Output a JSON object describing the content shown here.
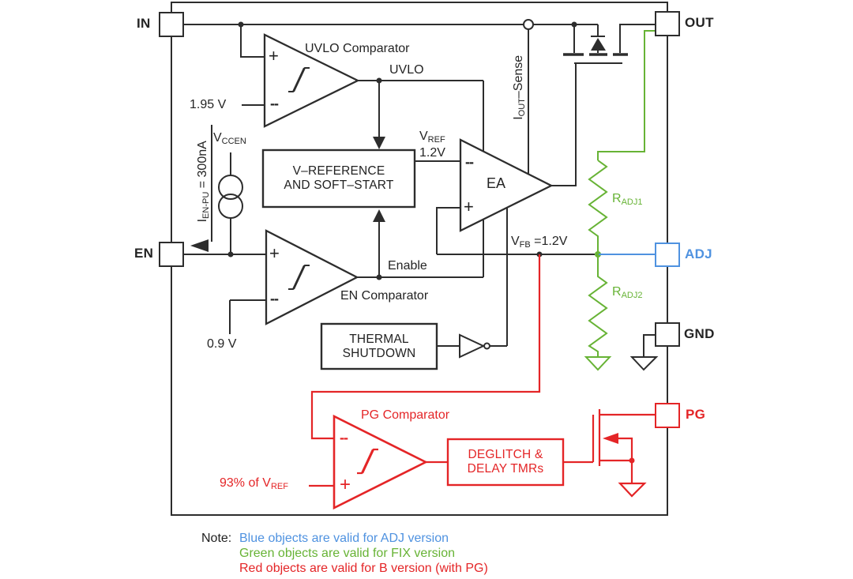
{
  "diagram": {
    "title_hint": "LDO functional block diagram",
    "pins": {
      "in": "IN",
      "out": "OUT",
      "en": "EN",
      "adj": "ADJ",
      "gnd": "GND",
      "pg": "PG"
    },
    "marks": {
      "plus": "+",
      "minus": "--"
    },
    "labels": {
      "uvlo_comparator": "UVLO Comparator",
      "uvlo": "UVLO",
      "uvlo_ref": "1.95 V",
      "vccen": {
        "base": "V",
        "sub": "CCEN"
      },
      "ien": {
        "base": "I",
        "sub": "EN-PU",
        "post": " = 300nA"
      },
      "vref_box_line1": "V–REFERENCE",
      "vref_box_line2": "AND SOFT–START",
      "vref": {
        "base": "V",
        "sub": "REF"
      },
      "vref_val": "1.2V",
      "ea": "EA",
      "iout_sense": {
        "base": "I",
        "sub": "OUT",
        "post": "–Sense"
      },
      "vfb": {
        "base": "V",
        "sub": "FB",
        "post": " =1.2V"
      },
      "enable": "Enable",
      "en_comparator": "EN Comparator",
      "en_ref": "0.9 V",
      "thermal_line1": "THERMAL",
      "thermal_line2": "SHUTDOWN",
      "pg_comparator": "PG Comparator",
      "pg_ref": {
        "base": "93% of V",
        "sub": "REF"
      },
      "deglitch_line1": "DEGLITCH &",
      "deglitch_line2": "DELAY TMRs",
      "radj1": {
        "base": "R",
        "sub": "ADJ1"
      },
      "radj2": {
        "base": "R",
        "sub": "ADJ2"
      }
    },
    "note": {
      "prefix": "Note:",
      "blue": "Blue objects are valid for ADJ version",
      "green": "Green objects are valid for FIX version",
      "red": "Red objects are valid for B version (with PG)"
    },
    "colors": {
      "line_black": "#2d2d2d",
      "blue": "#4f92e0",
      "green": "#67b335",
      "red": "#e42527"
    }
  }
}
